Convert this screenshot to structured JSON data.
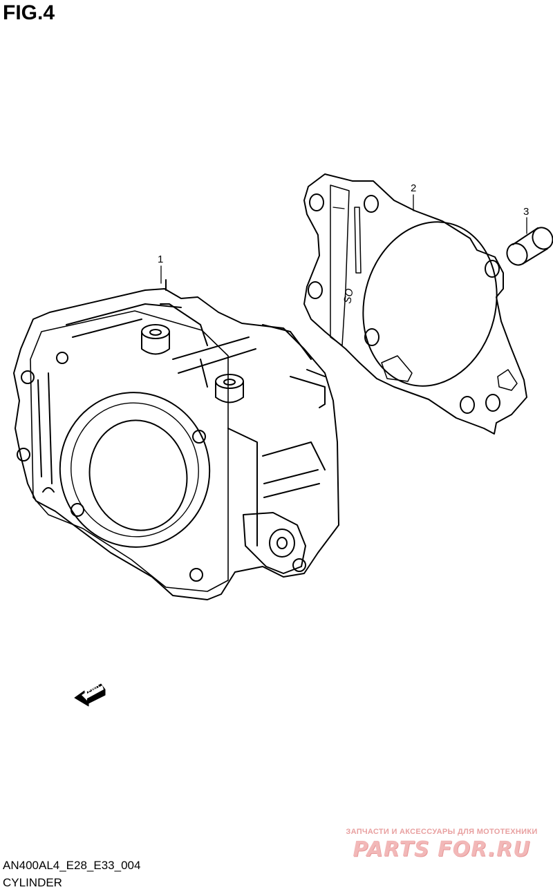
{
  "figure": {
    "title": "FIG.4"
  },
  "callouts": [
    {
      "number": "1"
    },
    {
      "number": "2"
    },
    {
      "number": "3"
    }
  ],
  "fwd_label": "FWD",
  "gasket_mark": "SO",
  "footer": {
    "model_code": "AN400AL4_E28_E33_004",
    "caption": "CYLINDER"
  },
  "watermark": {
    "tagline": "ЗАПЧАСТИ И АКСЕССУАРЫ ДЛЯ МОТОТЕХНИКИ",
    "logo": "PARTS FOR.RU"
  }
}
